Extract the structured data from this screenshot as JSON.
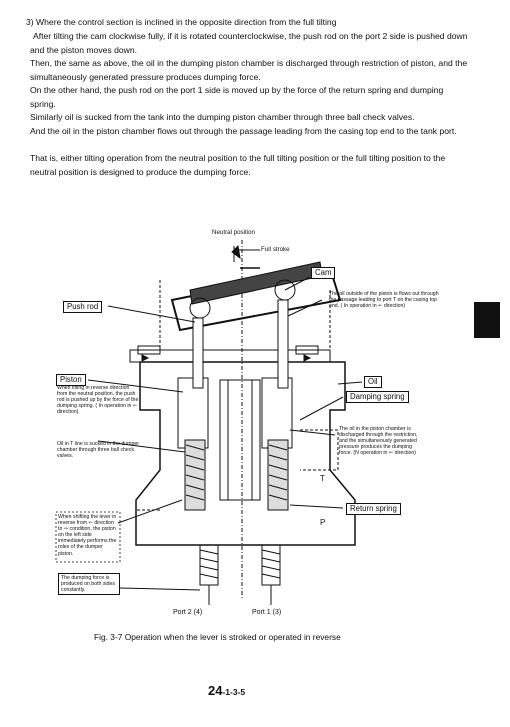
{
  "heading": "3) Where the control section is inclined in the opposite direction from the full tilting",
  "paragraphs": [
    "After tilting the cam clockwise fully, if it is rotated counterclockwise, the push rod on the port 2 side is pushed down and the piston moves down.",
    "Then, the same as above, the oil in the dumping piston chamber is discharged through restriction of piston, and the simultaneously generated pressure produces dumping force.",
    "On the other hand, the push rod on the port 1 side is moved up by the force of the return spring and dumping spring.",
    "Similarly oil is sucked from the tank into the dumping piston chamber through three ball check valves.",
    "And the oil in the piston chamber flows out through the passage leading from the casing top end to the tank port.",
    "That is, either tilting operation from the neutral position to the full tilting position or the full tilting position to the neutral position is designed to produce the dumping force."
  ],
  "figure": {
    "neutral_position": "Neutral position",
    "full_stroke": "Full stroke",
    "cam": "Cam",
    "push_rod": "Push rod",
    "piston": "Piston",
    "oil": "Oil",
    "damping_spring": "Damping spring",
    "return_spring": "Return spring",
    "port_t": "T",
    "port_p": "P",
    "port2": "Port 2 (4)",
    "port1": "Port 1 (3)",
    "note_top_right": "The oil outside of the piston is flows out through the passage leading to port T on the casing top end. ( In operation in ⇐ direction)",
    "note_piston": "When tilting in reverse direction from the neutral position, the push rod is pushed up by the force of the dumping spring. ( In operation in ⇐ direction)",
    "note_oil_tank": "Oil in T line is sucked in the dumper chamber through three ball check valves.",
    "note_discharged": "The oil in the piston chamber is discharged through the restriction, and the simultaneously generated pressure produces the dumping force. (N operation in ⇐ direction)",
    "note_shifting": "When shifting the lever in reverse from ⇐ direction to ⇒ condition, the piston on the left side immediately performs the roles of the dumper piston.",
    "note_constantly": "The dumping force is produced on both sides constantly."
  },
  "caption": "Fig. 3-7 Operation when the lever is stroked or operated in reverse",
  "page_number_main": "24",
  "page_number_sub": "-1-3-5"
}
